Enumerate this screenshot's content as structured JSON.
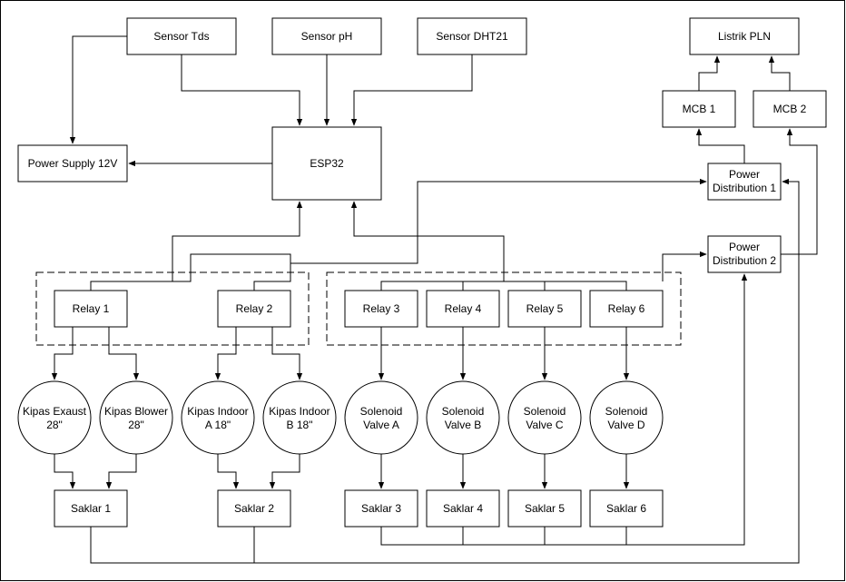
{
  "nodes": {
    "sensor_tds": "Sensor Tds",
    "sensor_ph": "Sensor pH",
    "sensor_dht21": "Sensor DHT21",
    "listrik_pln": "Listrik PLN",
    "mcb1": "MCB 1",
    "mcb2": "MCB 2",
    "power_supply": "Power Supply 12V",
    "esp32": "ESP32",
    "pd1": [
      "Power",
      "Distribution 1"
    ],
    "pd2": [
      "Power",
      "Distribution 2"
    ],
    "relay1": "Relay 1",
    "relay2": "Relay 2",
    "relay3": "Relay 3",
    "relay4": "Relay 4",
    "relay5": "Relay 5",
    "relay6": "Relay 6",
    "kipas_exaust": [
      "Kipas Exaust",
      "28\""
    ],
    "kipas_blower": [
      "Kipas Blower",
      "28\""
    ],
    "kipas_indoor_a": [
      "Kipas Indoor",
      "A 18\""
    ],
    "kipas_indoor_b": [
      "Kipas Indoor",
      "B 18\""
    ],
    "solenoid_a": [
      "Solenoid",
      "Valve A"
    ],
    "solenoid_b": [
      "Solenoid",
      "Valve B"
    ],
    "solenoid_c": [
      "Solenoid",
      "Valve C"
    ],
    "solenoid_d": [
      "Solenoid",
      "Valve D"
    ],
    "saklar1": "Saklar 1",
    "saklar2": "Saklar 2",
    "saklar3": "Saklar 3",
    "saklar4": "Saklar 4",
    "saklar5": "Saklar 5",
    "saklar6": "Saklar 6"
  }
}
